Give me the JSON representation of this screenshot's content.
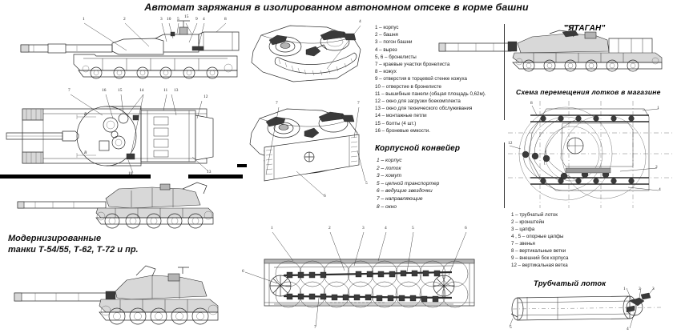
{
  "poster": {
    "title": "Автомат заряжания в изолированном автономном отсеке в корме башни"
  },
  "sections": {
    "yatagan_title": "\"ЯТАГАН\"",
    "magazine_scheme_title": "Схема перемещения лотков в магазине",
    "hull_conveyor_title": "Корпусной конвейер",
    "tube_tray_title": "Трубчатый лоток",
    "modernized_line1": "Модернизированные",
    "modernized_line2": "танки Т-54/55, Т-62, Т-72 и пр."
  },
  "main_legend": [
    "1 – корпус",
    "2 – башня",
    "3 – погон башни",
    "4 – вырез",
    "5, 6 – бронелисты",
    "7 – краевые участки бронелиста",
    "8 – кожух",
    "9 –  отверстия в торцевой стенке кожуха",
    "10 – отверстие в бронелисте",
    "11 – вышибные панели (общая площадь 0,62м).",
    "12 – окно для загрузки боекомплекта",
    "13 – окно для технического обслуживания",
    "14 – монтажные петли",
    "15 – болты (4 шт.)",
    "16 – броневые емкости."
  ],
  "hull_conveyor_legend": [
    "1 – корпус",
    "2 – лоток",
    "3 – хомут",
    "5 – цепной транспортер",
    "6 – ведущие звездочки",
    "7 – направляющие",
    "8 – окно"
  ],
  "magazine_legend": [
    "1 – трубчатый лоток",
    "2 – кронштейн",
    "3 – цапфа",
    "4 , 5 – опорные цапфы",
    "7 – звенья",
    "8 – вертикальные ветки",
    "9 – внешний бок корпуса",
    "12 – вертикальная ветка"
  ],
  "callouts": {
    "side_view_top": [
      "1",
      "2",
      "3",
      "10",
      "5",
      "15",
      "9",
      "4",
      "8"
    ],
    "top_view": [
      "7",
      "16",
      "15",
      "14",
      "11",
      "13",
      "12",
      "13",
      "16"
    ],
    "top_view_dims": [
      "B",
      "B"
    ],
    "turret_upper": [
      "4"
    ],
    "turret_lower": [
      "7",
      "7",
      "5",
      "6"
    ],
    "conveyor": [
      "1",
      "2",
      "3",
      "4",
      "5",
      "6",
      "6",
      "7"
    ],
    "magazine": [
      "1",
      "2",
      "4",
      "8",
      "12"
    ],
    "tube_tray": [
      "1",
      "2",
      "3",
      "4",
      "5"
    ]
  },
  "colors": {
    "ink": "#2b2b2b",
    "paper": "#ffffff",
    "rule": "#000000"
  }
}
